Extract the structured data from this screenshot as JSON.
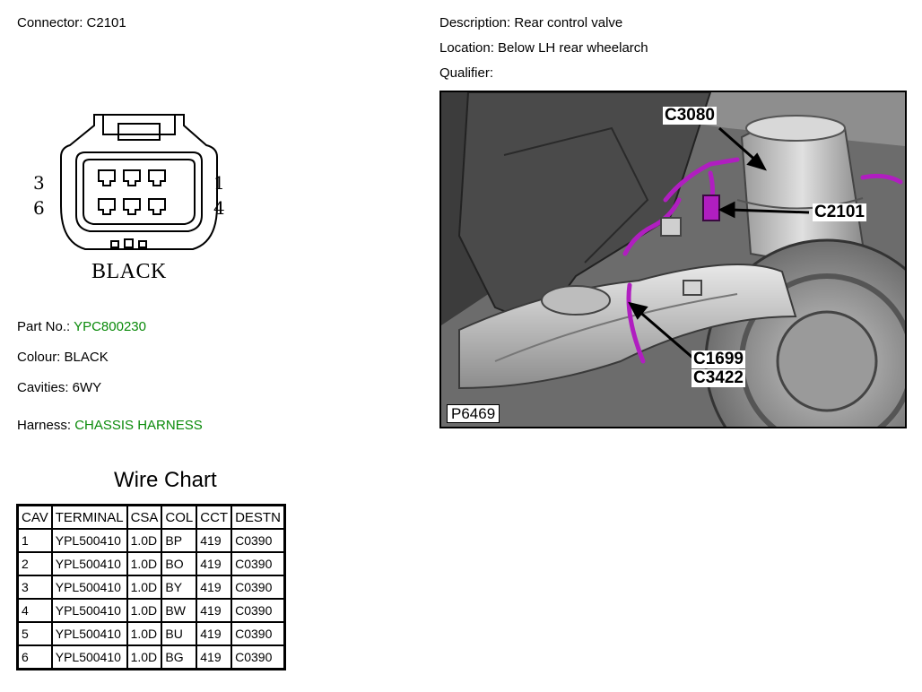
{
  "header": {
    "connector": "Connector: C2101",
    "description": "Description: Rear control valve",
    "location": "Location: Below LH rear wheelarch",
    "qualifier": "Qualifier:"
  },
  "connector_diagram": {
    "pin_labels": {
      "top_left": "3",
      "bottom_left": "6",
      "top_right": "1",
      "bottom_right": "4"
    },
    "color_label": "BLACK"
  },
  "part": {
    "part_no_label": "Part No.:",
    "part_no_value": "YPC800230",
    "colour": "Colour: BLACK",
    "cavities": "Cavities: 6WY",
    "harness_label": "Harness:",
    "harness_value": "CHASSIS HARNESS"
  },
  "photo": {
    "callouts": [
      "C3080",
      "C2101",
      "C1699",
      "C3422"
    ],
    "ref": "P6469"
  },
  "wire_chart": {
    "title": "Wire Chart",
    "headers": [
      "CAV",
      "TERMINAL",
      "CSA",
      "COL",
      "CCT",
      "DESTN"
    ],
    "rows": [
      [
        "1",
        "YPL500410",
        "1.0D",
        "BP",
        "419",
        "C0390"
      ],
      [
        "2",
        "YPL500410",
        "1.0D",
        "BO",
        "419",
        "C0390"
      ],
      [
        "3",
        "YPL500410",
        "1.0D",
        "BY",
        "419",
        "C0390"
      ],
      [
        "4",
        "YPL500410",
        "1.0D",
        "BW",
        "419",
        "C0390"
      ],
      [
        "5",
        "YPL500410",
        "1.0D",
        "BU",
        "419",
        "C0390"
      ],
      [
        "6",
        "YPL500410",
        "1.0D",
        "BG",
        "419",
        "C0390"
      ]
    ]
  },
  "colors": {
    "link_green": "#0a8a0a",
    "harness_purple": "#b01ec0"
  }
}
